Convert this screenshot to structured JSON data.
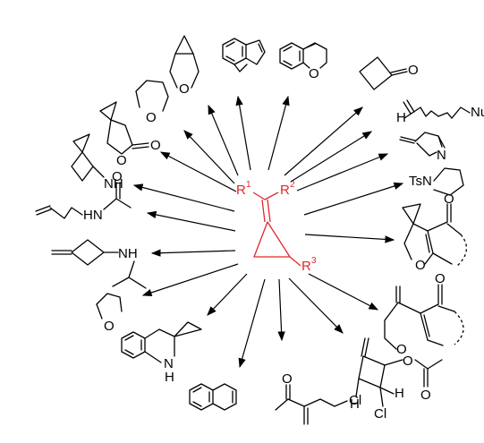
{
  "center": {
    "r1": "R",
    "r1_sup": "1",
    "r2": "R",
    "r2_sup": "2",
    "r3": "R",
    "r3_sup": "3",
    "color": "#e3262d"
  },
  "labels": {
    "nu": "Nu",
    "h": "H",
    "n": "N",
    "ts": "Ts",
    "nh": "NH",
    "hn": "HN",
    "cl": "Cl",
    "o": "O"
  }
}
